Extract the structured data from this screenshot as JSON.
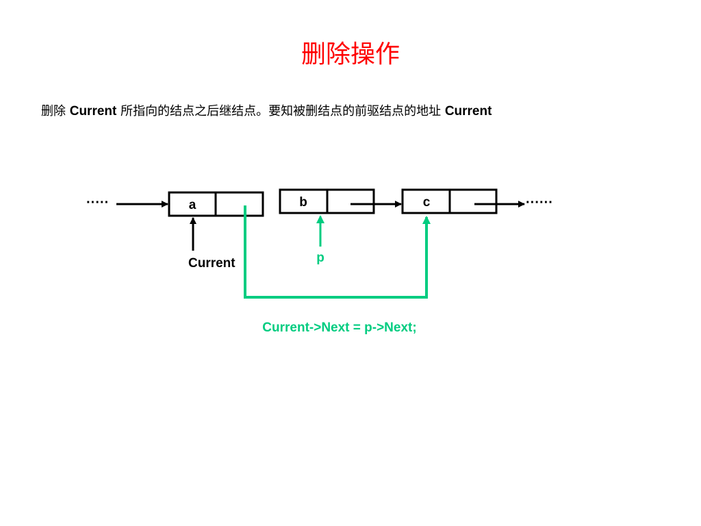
{
  "title": "删除操作",
  "description": {
    "p1": "删除 ",
    "b1": "Current",
    "p2": " 所指向的结点之后继结点。要知被删结点的前驱结点的地址 ",
    "b2": "Current"
  },
  "diagram": {
    "ellipsis_left": "·····",
    "ellipsis_right": "······",
    "nodes": [
      {
        "label": "a"
      },
      {
        "label": "b"
      },
      {
        "label": "c"
      }
    ],
    "pointer_current": "Current",
    "pointer_p": "p",
    "code": "Current->Next = p->Next;"
  },
  "colors": {
    "title": "#ff0000",
    "highlight": "#00cc80",
    "line": "#000000"
  }
}
